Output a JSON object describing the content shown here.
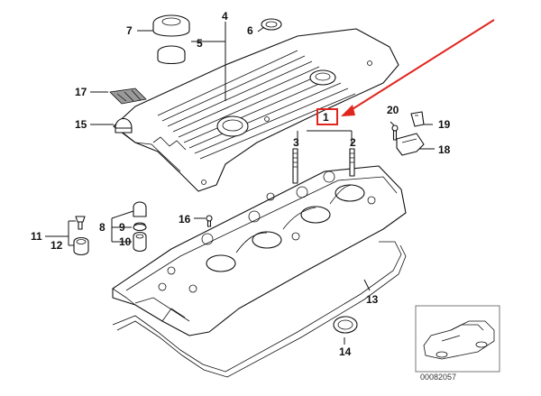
{
  "accent_colors": {
    "arrow": "#e0261f",
    "highlight_box": "#e0261f",
    "line": "#111111"
  },
  "parts": [
    {
      "id": "p1",
      "label": "1"
    },
    {
      "id": "p2",
      "label": "2"
    },
    {
      "id": "p3",
      "label": "3"
    },
    {
      "id": "p4",
      "label": "4"
    },
    {
      "id": "p5",
      "label": "5"
    },
    {
      "id": "p6",
      "label": "6"
    },
    {
      "id": "p7",
      "label": "7"
    },
    {
      "id": "p8",
      "label": "8"
    },
    {
      "id": "p9",
      "label": "9"
    },
    {
      "id": "p10",
      "label": "10"
    },
    {
      "id": "p11",
      "label": "11"
    },
    {
      "id": "p12",
      "label": "12"
    },
    {
      "id": "p13",
      "label": "13"
    },
    {
      "id": "p14",
      "label": "14"
    },
    {
      "id": "p15",
      "label": "15"
    },
    {
      "id": "p16",
      "label": "16"
    },
    {
      "id": "p17",
      "label": "17"
    },
    {
      "id": "p18",
      "label": "18"
    },
    {
      "id": "p19",
      "label": "19"
    },
    {
      "id": "p20",
      "label": "20"
    }
  ],
  "highlighted_part": "1",
  "reference_thumbnail": {
    "code": "00082057"
  }
}
